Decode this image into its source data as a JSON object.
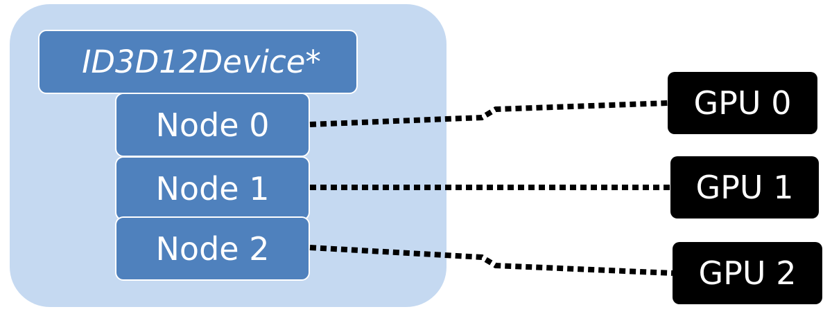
{
  "device": {
    "title": "ID3D12Device*",
    "nodes": [
      {
        "label": "Node 0"
      },
      {
        "label": "Node 1"
      },
      {
        "label": "Node 2"
      }
    ]
  },
  "gpus": [
    {
      "label": "GPU 0"
    },
    {
      "label": "GPU 1"
    },
    {
      "label": "GPU 2"
    }
  ],
  "connections": [
    {
      "from": "Node 0",
      "to": "GPU 0"
    },
    {
      "from": "Node 1",
      "to": "GPU 1"
    },
    {
      "from": "Node 2",
      "to": "GPU 2"
    }
  ],
  "colors": {
    "container": "#c5d9f1",
    "node": "#4f81bd",
    "gpu": "#000000",
    "text": "#ffffff"
  }
}
